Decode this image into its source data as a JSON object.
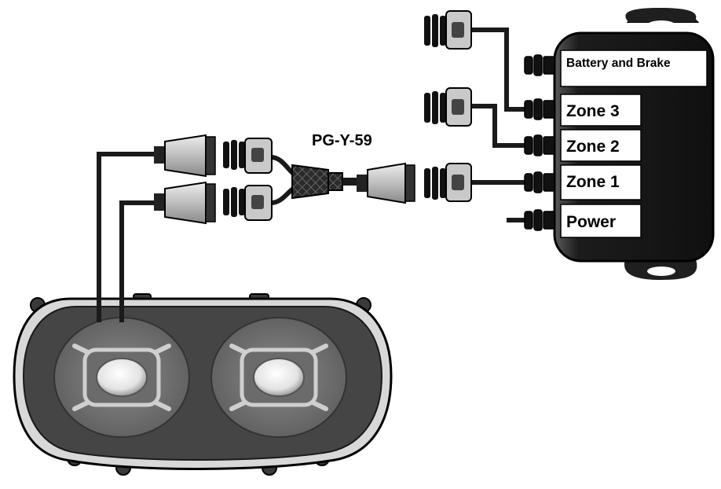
{
  "diagram": {
    "adapter_label": "PG-Y-59",
    "controller": {
      "ports": [
        {
          "id": "battery",
          "label": "Battery and Brake"
        },
        {
          "id": "zone3",
          "label": "Zone 3"
        },
        {
          "id": "zone2",
          "label": "Zone 2"
        },
        {
          "id": "zone1",
          "label": "Zone 1"
        },
        {
          "id": "power",
          "label": "Power"
        }
      ]
    },
    "colors": {
      "wire": "#1a1a1a",
      "controller_body": "#2a2a2a",
      "connector_light": "#cfcfcf",
      "connector_dark": "#222222",
      "headlight_frame": "#444444",
      "label_fill": "#ffffff"
    },
    "icons": [
      "y-splitter-adapter-icon",
      "headlight-assembly-icon",
      "controller-module-icon",
      "wire-connector-icon"
    ]
  }
}
